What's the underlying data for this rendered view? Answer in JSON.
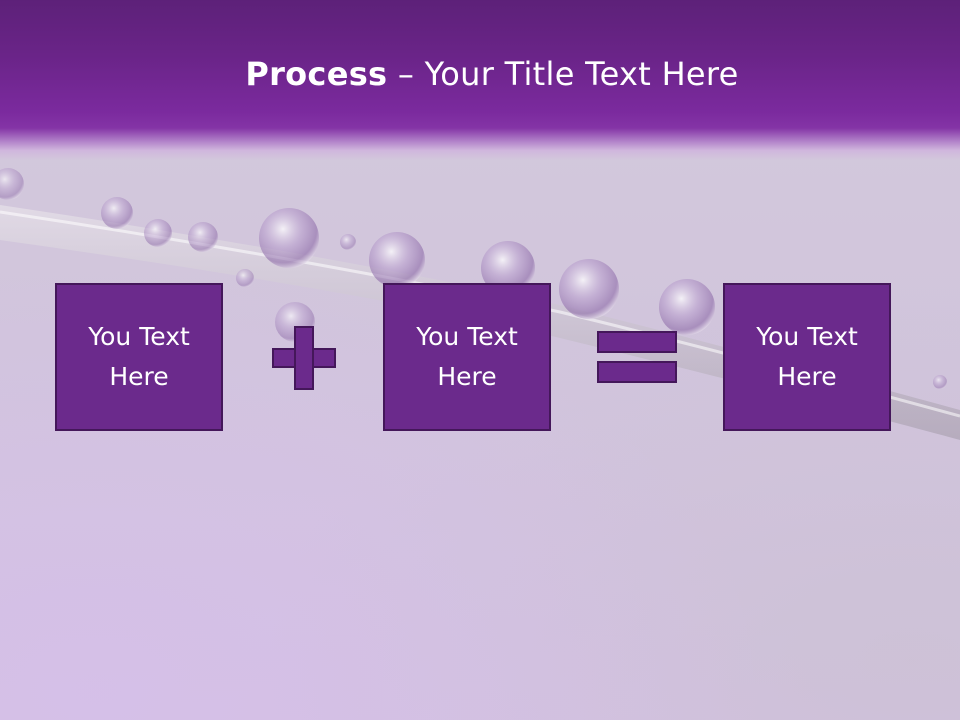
{
  "slide": {
    "title_bold": "Process",
    "title_rest": " – Your Title Text Here"
  },
  "process": {
    "steps": [
      {
        "line1": "You Text",
        "line2": "Here"
      },
      {
        "line1": "You Text",
        "line2": "Here"
      },
      {
        "line1": "You Text",
        "line2": "Here"
      }
    ],
    "operators": [
      "plus-icon",
      "equals-icon"
    ]
  },
  "colors": {
    "header": "#6a2488",
    "box_fill": "#6b2a8c",
    "box_border": "#44175a",
    "text": "#ffffff"
  }
}
